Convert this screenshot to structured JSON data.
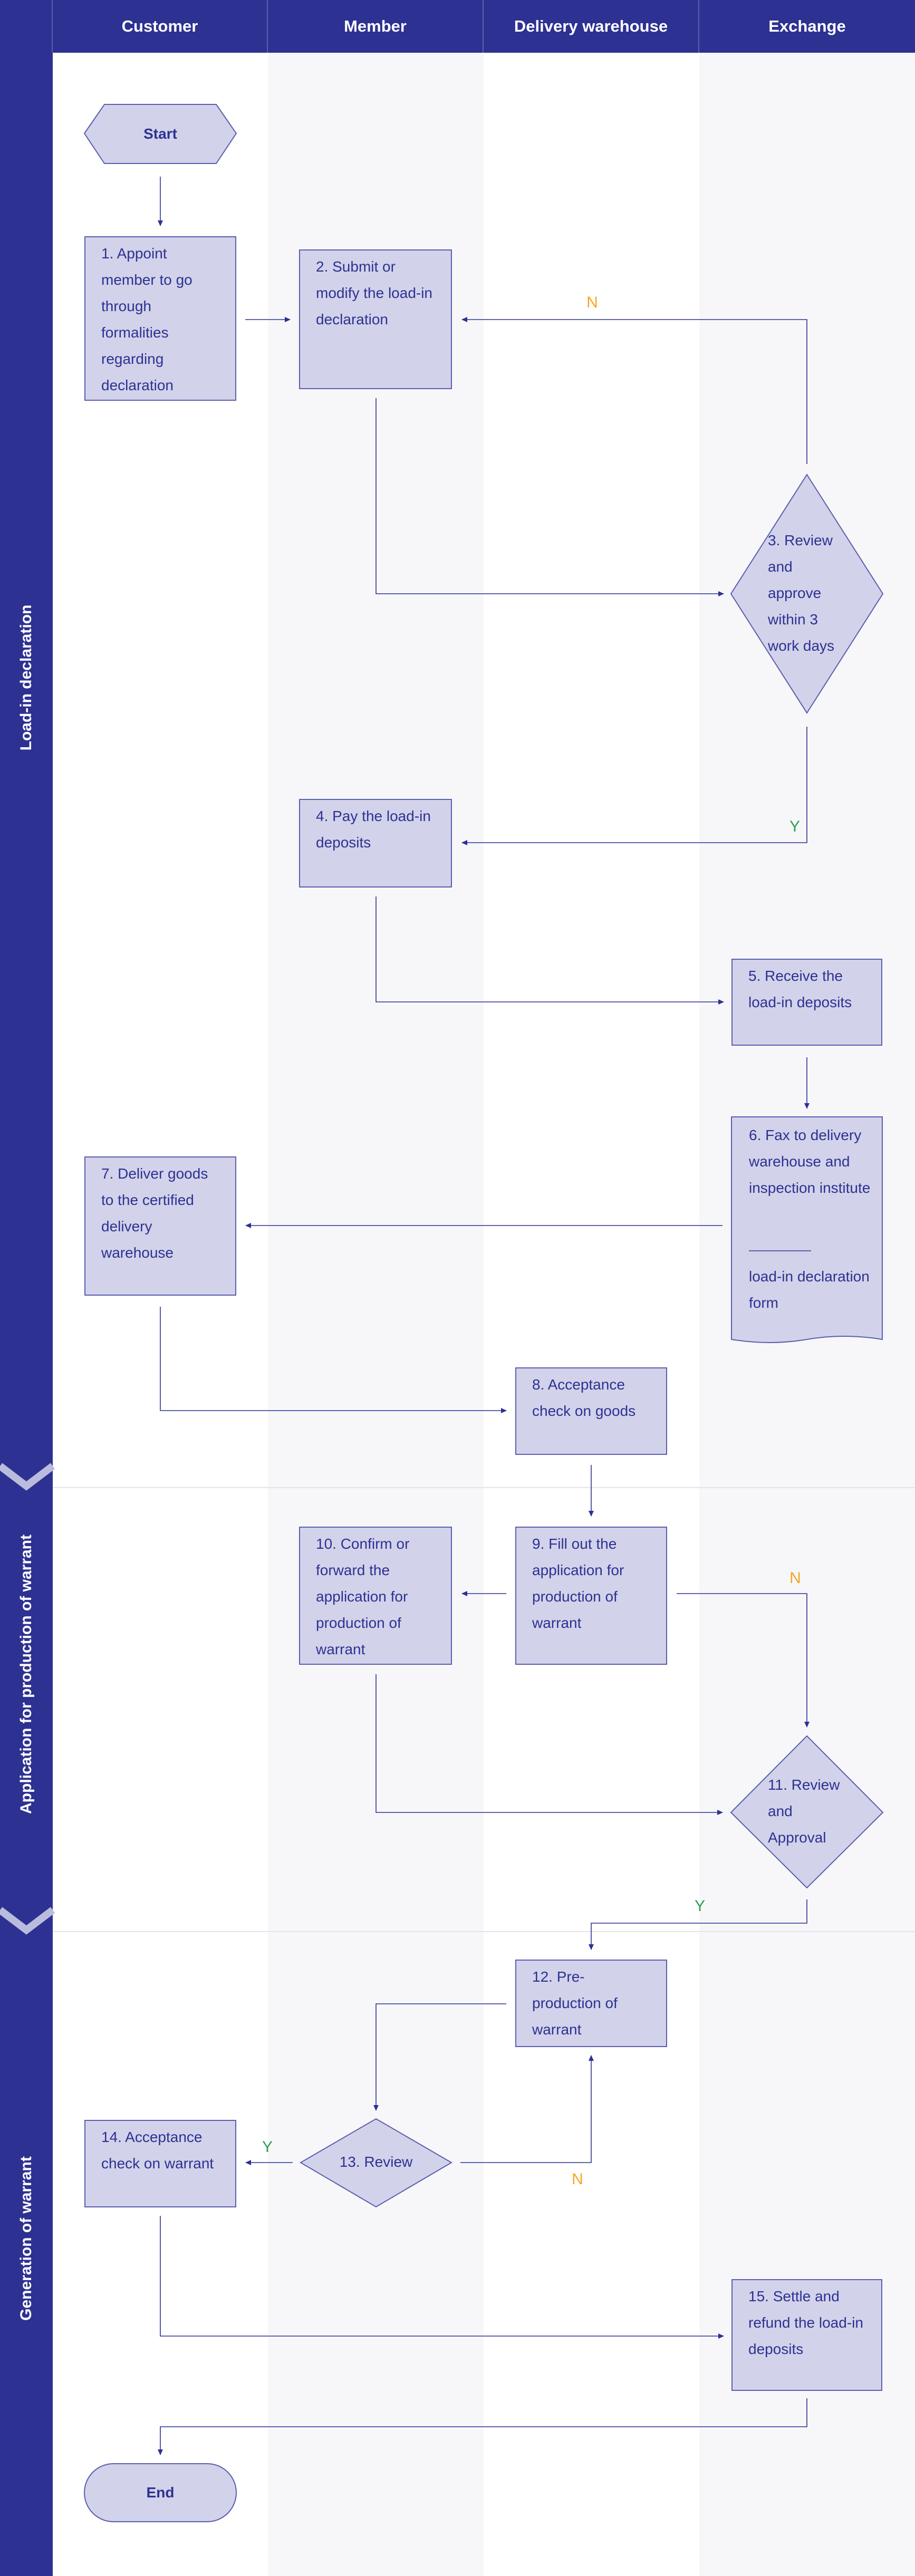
{
  "lanes": [
    "Customer",
    "Member",
    "Delivery warehouse",
    "Exchange"
  ],
  "phases": [
    "Load-in declaration",
    "Application for production of warrant",
    "Generation of warrant"
  ],
  "steps": {
    "start": "Start",
    "s1": "1. Appoint member to go through formalities regarding declaration",
    "s2": "2. Submit or modify the load-in declaration",
    "s3": "3. Review and approve within 3 work days",
    "s4": "4. Pay the load-in deposits",
    "s5": "5. Receive the load-in deposits",
    "s6": "6. Fax to delivery warehouse and inspection institute",
    "s6_doc": "load-in declaration form",
    "s7": "7. Deliver goods to the certified delivery warehouse",
    "s8": "8. Acceptance check on goods",
    "s9": "9. Fill out the application for production of warrant",
    "s10": "10. Confirm or forward the application for production of warrant",
    "s11": "11. Review and Approval",
    "s12": "12. Pre-production of warrant",
    "s13": "13. Review",
    "s14": "14. Acceptance check on warrant",
    "s15": "15. Settle and refund the load-in deposits",
    "end": "End"
  },
  "branch_labels": {
    "no": "N",
    "yes": "Y"
  },
  "colors": {
    "header": "#2d3192",
    "node_fill": "#d2d2ea",
    "node_border": "#5b5fae",
    "text": "#2d3192",
    "no_label": "#f5a623",
    "yes_label": "#2e9e53",
    "lane_shade": "#f7f7fa"
  }
}
